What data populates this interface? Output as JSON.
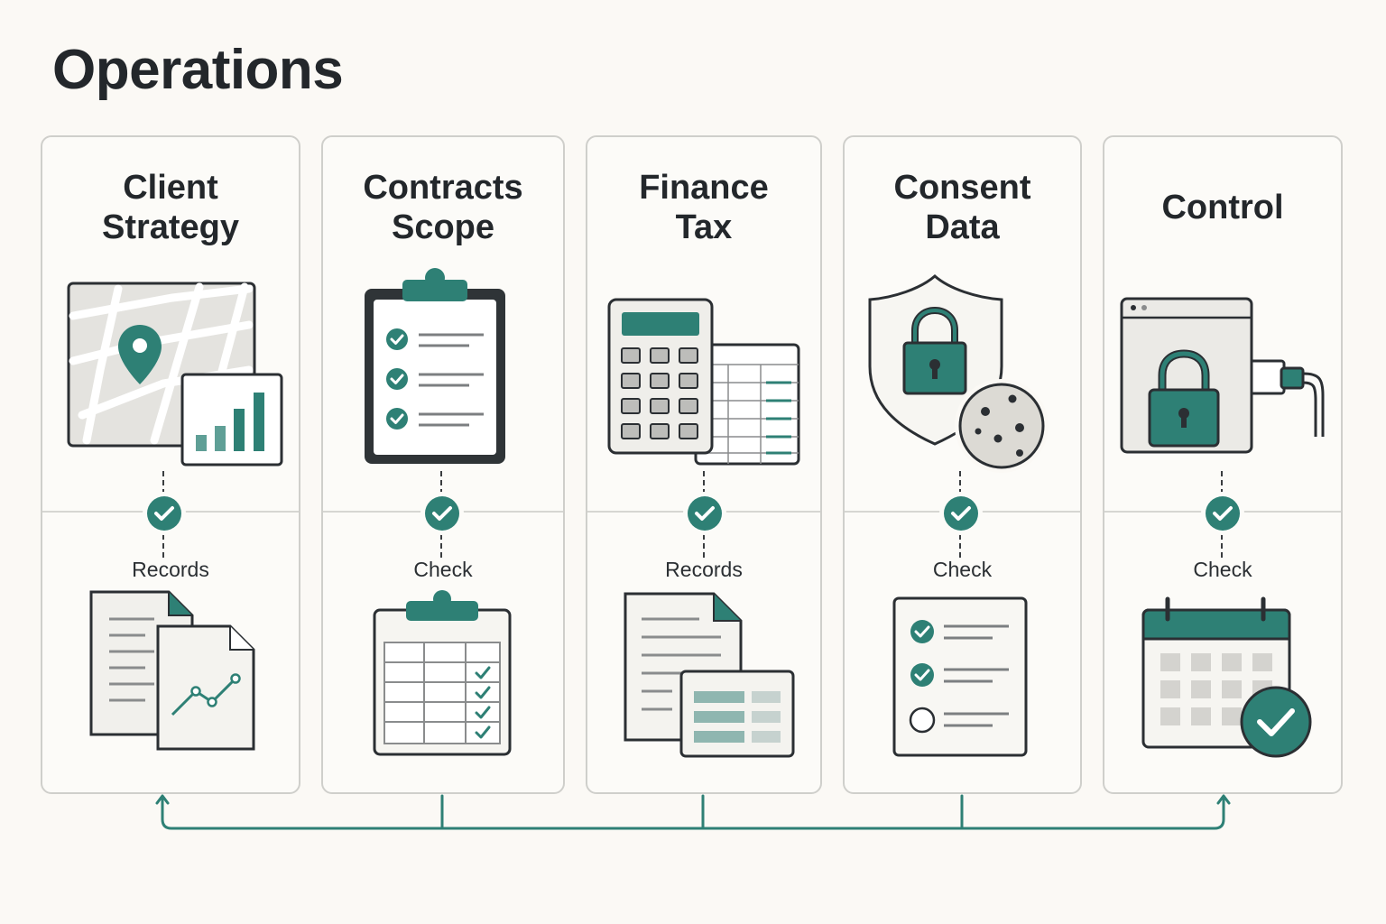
{
  "title": "Operations",
  "accent_color": "#2e8075",
  "panels": [
    {
      "title_lines": [
        "Client",
        "Strategy"
      ],
      "status": "Records",
      "top_icon": "map-chart-icon",
      "bottom_icon": "documents-chart-icon"
    },
    {
      "title_lines": [
        "Contracts",
        "Scope"
      ],
      "status": "Check",
      "top_icon": "clipboard-checklist-icon",
      "bottom_icon": "clipboard-table-icon"
    },
    {
      "title_lines": [
        "Finance",
        "Tax"
      ],
      "status": "Records",
      "top_icon": "calculator-spreadsheet-icon",
      "bottom_icon": "document-table-icon"
    },
    {
      "title_lines": [
        "Consent",
        "Data"
      ],
      "status": "Check",
      "top_icon": "shield-lock-cookie-icon",
      "bottom_icon": "checklist-icon"
    },
    {
      "title_lines": [
        "Control"
      ],
      "status": "Check",
      "top_icon": "browser-lock-plug-icon",
      "bottom_icon": "calendar-check-icon"
    }
  ]
}
